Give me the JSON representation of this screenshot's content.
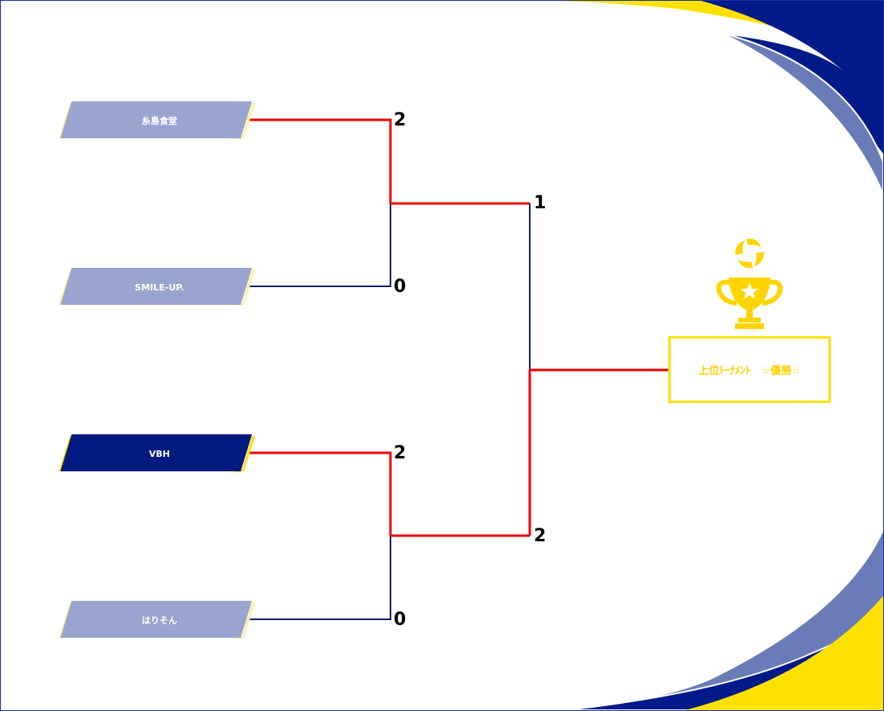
{
  "colors": {
    "win_line": "#ee0000",
    "lose_line": "#0a1a6b",
    "navy": "#001a8a",
    "slate": "#6a7cb8",
    "yellow": "#ffe100",
    "team_default": "#9aa5cf",
    "team_highlight": "#001a80",
    "trophy": "#ffd400"
  },
  "teams": [
    {
      "name": "糸島食堂",
      "highlight": false
    },
    {
      "name": "SMILE-UP.",
      "highlight": false
    },
    {
      "name": "VBH",
      "highlight": true
    },
    {
      "name": "はりそん",
      "highlight": false
    }
  ],
  "round1": [
    {
      "top_score": "2",
      "bottom_score": "0",
      "winner": "top"
    },
    {
      "top_score": "2",
      "bottom_score": "0",
      "winner": "top"
    }
  ],
  "final": {
    "top_score": "1",
    "bottom_score": "2",
    "winner": "bottom"
  },
  "champion": {
    "label": "上位ﾄｰﾅﾒﾝﾄ　☆優勝☆",
    "trophy_icon": "trophy-icon"
  }
}
